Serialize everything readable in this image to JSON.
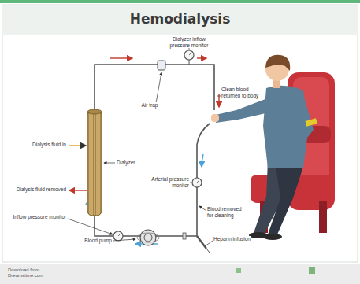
{
  "diagram": {
    "title": "Hemodialysis",
    "labels": [
      "Dialyzer inflow pressure monitor",
      "Air trap",
      "Clean blood returned to body",
      "Dialysis fluid in",
      "Dialyzer",
      "Dialysis fluid removed",
      "Arterial pressure monitor",
      "Blood removed for cleaning",
      "Inflow pressure monitor",
      "Blood pump",
      "Heparin infusion",
      "Download from Dreamstime.com"
    ]
  }
}
